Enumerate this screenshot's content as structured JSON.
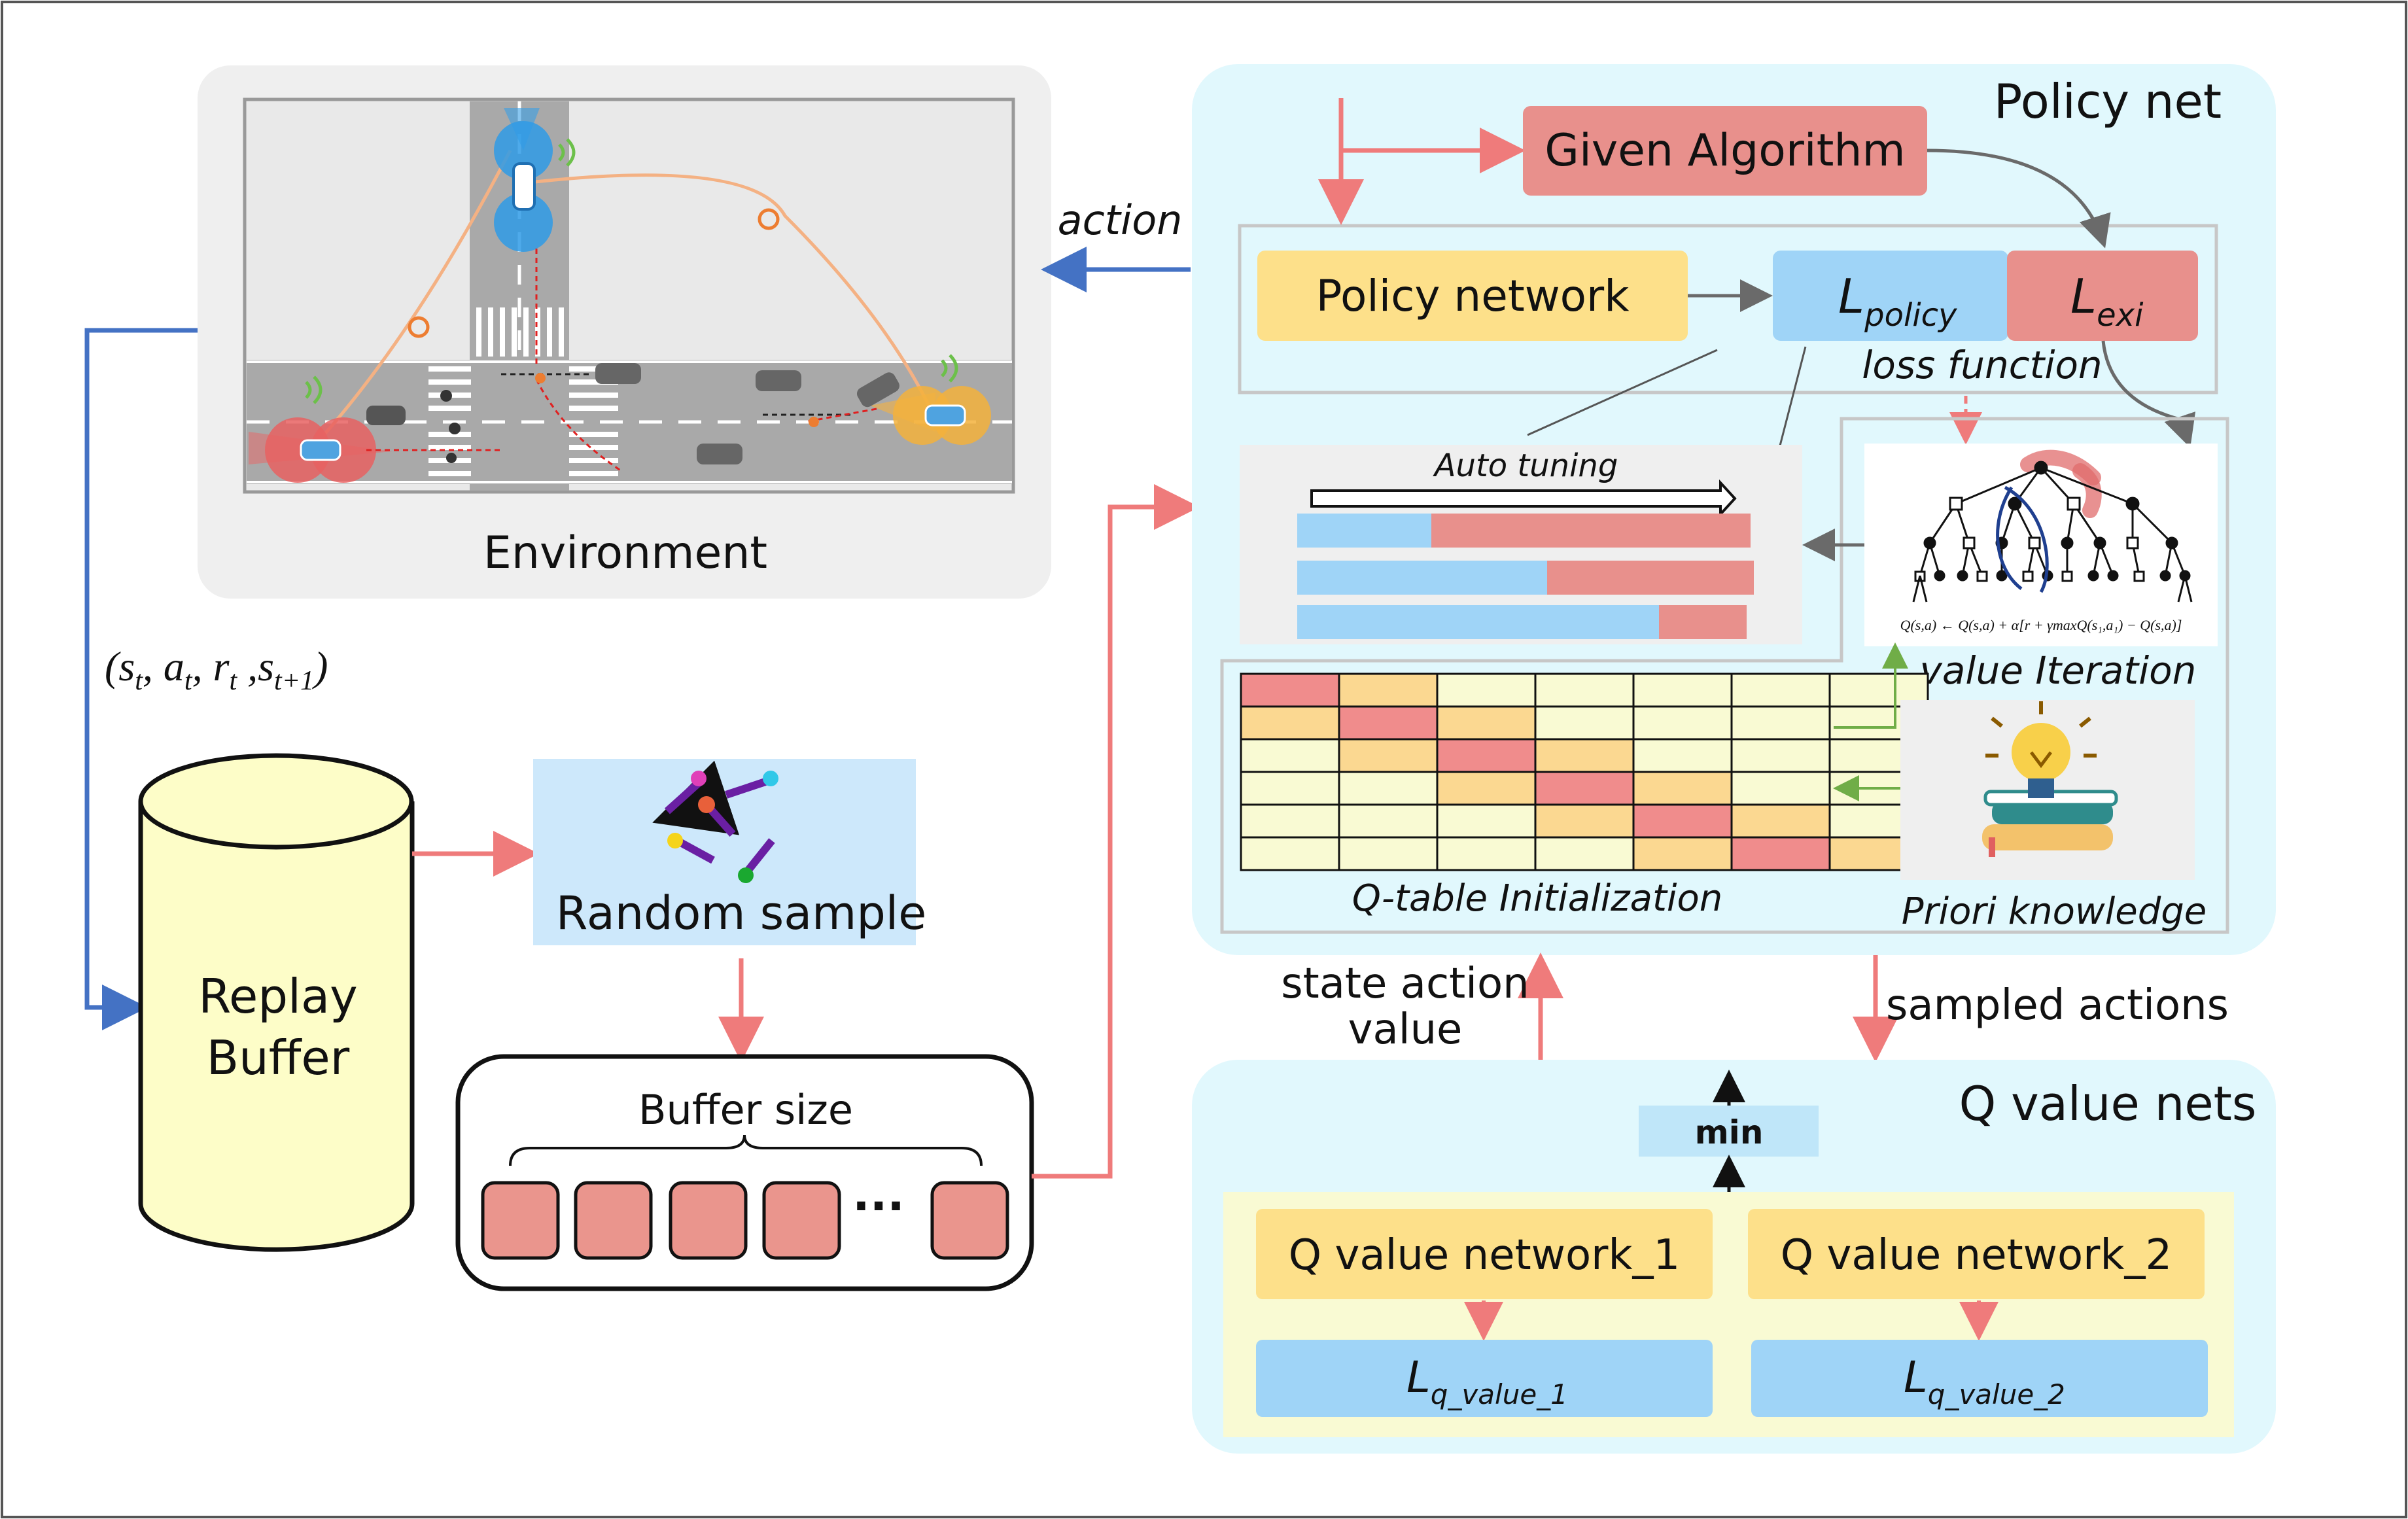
{
  "environment": {
    "label": "Environment"
  },
  "labels": {
    "action": "action",
    "transition_s": "s",
    "transition_s_sub": "t",
    "transition_a": "a",
    "transition_a_sub": "t",
    "transition_r": "r",
    "transition_r_sub": "t",
    "transition_s2": "s",
    "transition_s2_sub": "t+1",
    "state_action_value_1": "state action",
    "state_action_value_2": "value",
    "sampled_actions": "sampled actions"
  },
  "replay_buffer": {
    "line1": "Replay",
    "line2": "Buffer"
  },
  "random_sample": {
    "label": "Random sample"
  },
  "buffer": {
    "label": "Buffer size",
    "ellipsis": "···"
  },
  "policy_net": {
    "title": "Policy net",
    "given_algorithm": "Given Algorithm",
    "policy_network": "Policy network",
    "l_policy_main": "L",
    "l_policy_sub": "policy",
    "l_exi_main": "L",
    "l_exi_sub": "exi",
    "loss_function": "loss function",
    "auto_tuning": "Auto tuning",
    "value_iteration": "value Iteration",
    "formula": "Q(s,a) ← Q(s,a) + α[r + γmaxQ(s₁,a₁) − Q(s,a)]",
    "qtable_label": "Q-table Initialization",
    "priori_knowledge": "Priori knowledge"
  },
  "q_value_nets": {
    "title": "Q value nets",
    "min": "min",
    "network_1": "Q value network_1",
    "network_2": "Q value network_2",
    "l1_main": "L",
    "l1_sub": "q_value_1",
    "l2_main": "L",
    "l2_sub": "q_value_2"
  },
  "colors": {
    "salmon": "#e8908c",
    "yellow": "#fde08a",
    "blue_box": "#9fd4f7",
    "cyan_panel": "#e1f8fd",
    "pale_yellow": "#f9fad3",
    "grey_panel": "#efefef",
    "arrow_red": "#ef7b7b",
    "arrow_blue": "#4472c4",
    "arrow_green": "#70ad47"
  }
}
